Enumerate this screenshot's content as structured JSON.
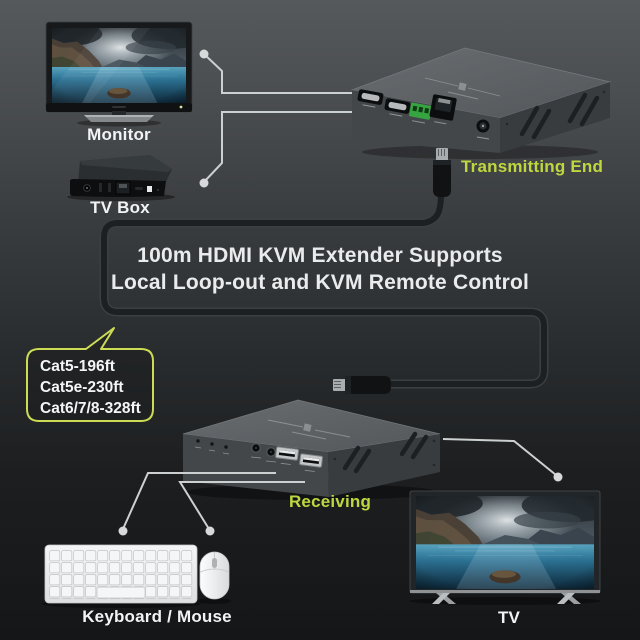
{
  "headline": {
    "line1": "100m HDMI KVM Extender Supports",
    "line2": "Local Loop-out and KVM Remote Control"
  },
  "labels": {
    "monitor": "Monitor",
    "tv_box": "TV Box",
    "transmitting_end": "Transmitting End",
    "receiving": "Receiving",
    "keyboard_mouse": "Keyboard / Mouse",
    "tv": "TV"
  },
  "cable_lengths": {
    "line1": "Cat5-196ft",
    "line2": "Cat5e-230ft",
    "line3": "Cat6/7/8-328ft"
  },
  "colors": {
    "accent_green": "#bfd73f",
    "bubble_border": "#ccdc55",
    "headline_text": "#e9ebed",
    "label_text": "#f2f3f4",
    "connector_line": "#cdd0d1",
    "cable_dark": "#1d2022",
    "device_front": "#44484b",
    "device_top": "#5d6164",
    "device_side": "#3a3e41",
    "background_top": "#56595c",
    "background_bottom": "#141617"
  },
  "icons": {
    "transmitter_ports": [
      "hdmi-out-port",
      "hdmi-in-port",
      "rs232-terminal-port",
      "rj45-cat-port",
      "dc-power-port"
    ],
    "receiver_ports": [
      "led-indicators",
      "ir-jack-port",
      "audio-jack-port",
      "usb-port-1",
      "usb-port-2"
    ],
    "tv_box_ports": [
      "dc-power-port",
      "av-slots",
      "rj45-port",
      "usb-port"
    ]
  }
}
